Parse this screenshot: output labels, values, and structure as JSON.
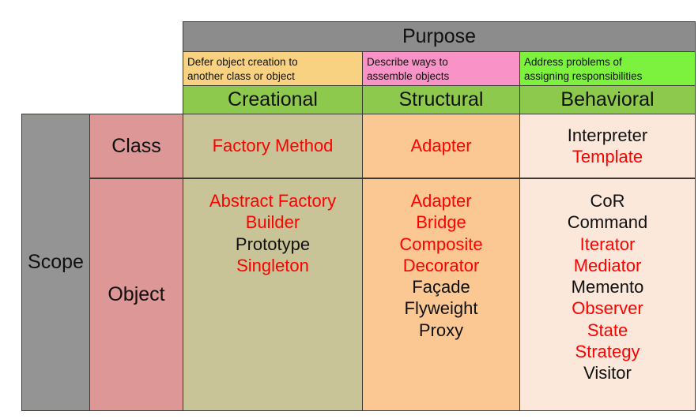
{
  "table": {
    "purpose_header": "Purpose",
    "scope_header": "Scope",
    "columns": [
      {
        "key": "creational",
        "name": "Creational",
        "description_lines": [
          "Defer object creation to",
          "another class or object"
        ],
        "description_bg": "#f9d281",
        "body_bg": "#c8c497"
      },
      {
        "key": "structural",
        "name": "Structural",
        "description_lines": [
          "Describe ways to",
          "assemble objects"
        ],
        "description_bg": "#f992c7",
        "body_bg": "#fbc894"
      },
      {
        "key": "behavioral",
        "name": "Behavioral",
        "description_lines": [
          "Address problems of",
          "assigning responsibilities"
        ],
        "description_bg": "#7cf23f",
        "body_bg": "#fbe8da"
      }
    ],
    "rows": [
      {
        "key": "class",
        "name": "Class"
      },
      {
        "key": "object",
        "name": "Object"
      }
    ],
    "scope_bg": "#949494",
    "scope_label_bg": "#dd9796",
    "category_bg": "#8dc94c",
    "purpose_bg": "#8c8c8c",
    "highlight_color": "#ff0000",
    "normal_color": "#101010",
    "border_color": "#3a3a32",
    "cells": {
      "class_creational": [
        {
          "name": "Factory Method",
          "highlighted": true
        }
      ],
      "class_structural": [
        {
          "name": "Adapter",
          "highlighted": true
        }
      ],
      "class_behavioral": [
        {
          "name": "Interpreter",
          "highlighted": false
        },
        {
          "name": "Template",
          "highlighted": true
        }
      ],
      "object_creational": [
        {
          "name": "Abstract Factory",
          "highlighted": true
        },
        {
          "name": "Builder",
          "highlighted": true
        },
        {
          "name": "Prototype",
          "highlighted": false
        },
        {
          "name": "Singleton",
          "highlighted": true
        }
      ],
      "object_structural": [
        {
          "name": "Adapter",
          "highlighted": true
        },
        {
          "name": "Bridge",
          "highlighted": true
        },
        {
          "name": "Composite",
          "highlighted": true
        },
        {
          "name": "Decorator",
          "highlighted": true
        },
        {
          "name": "Façade",
          "highlighted": false
        },
        {
          "name": "Flyweight",
          "highlighted": false
        },
        {
          "name": "Proxy",
          "highlighted": false
        }
      ],
      "object_behavioral": [
        {
          "name": "CoR",
          "highlighted": false
        },
        {
          "name": "Command",
          "highlighted": false
        },
        {
          "name": "Iterator",
          "highlighted": true
        },
        {
          "name": "Mediator",
          "highlighted": true
        },
        {
          "name": "Memento",
          "highlighted": false
        },
        {
          "name": "Observer",
          "highlighted": true
        },
        {
          "name": "State",
          "highlighted": true
        },
        {
          "name": "Strategy",
          "highlighted": true
        },
        {
          "name": "Visitor",
          "highlighted": false
        }
      ]
    }
  }
}
